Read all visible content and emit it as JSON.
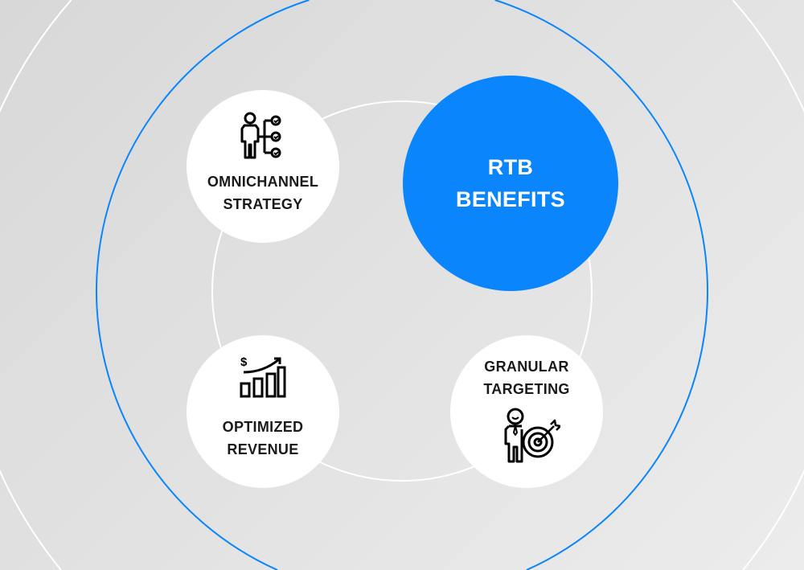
{
  "center": {
    "line1": "RTB",
    "line2": "BENEFITS"
  },
  "nodes": [
    {
      "line1": "OMNICHANNEL",
      "line2": "STRATEGY",
      "icon": "person-checklist-icon"
    },
    {
      "line1": "OPTIMIZED",
      "line2": "REVENUE",
      "icon": "revenue-growth-chart-icon"
    },
    {
      "line1": "GRANULAR",
      "line2": "TARGETING",
      "icon": "person-target-icon"
    }
  ],
  "colors": {
    "accent": "#0a85fc",
    "ring": "#ffffff"
  }
}
